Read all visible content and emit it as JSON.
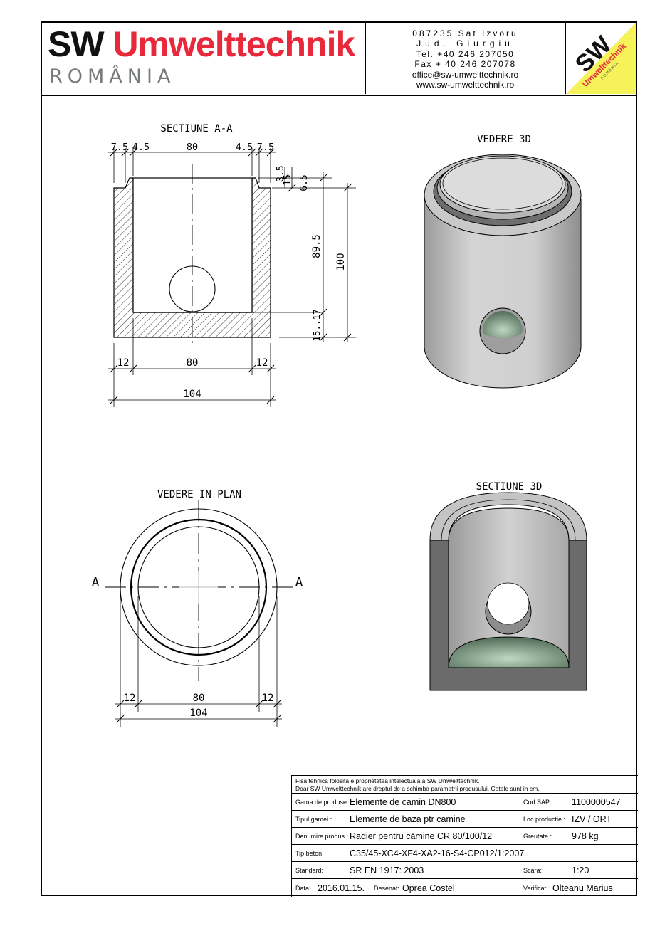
{
  "header": {
    "brand_sw": "SW",
    "brand_name": "Umwelttechnik",
    "brand_country": "ROMÂNIA",
    "contact_lines": [
      "087235 Sat Izvoru",
      "Jud. Giurgiu",
      "Tel. +40 246 207050",
      "Fax + 40 246 207078",
      "office@sw-umwelttechnik.ro",
      "www.sw-umwelttechnik.ro"
    ],
    "logo_sw": "SW",
    "logo_name": "Umwelttechnik",
    "logo_country": "ROMÂNIA",
    "colors": {
      "brand_red": "#e8293b",
      "logo_yellow": "#f5f25a",
      "gray_text": "#767a7d"
    }
  },
  "drawings": {
    "section_aa": {
      "title": "SECTIUNE A-A",
      "dims_top": [
        "7.5",
        "4.5",
        "80",
        "4.5",
        "7.5"
      ],
      "dims_right_small": [
        "3.5",
        "15",
        "6.5"
      ],
      "dims_right": [
        "89.5",
        "100"
      ],
      "dim_bottom_right": "15..17",
      "dims_bottom": [
        "12",
        "80",
        "12"
      ],
      "dim_total": "104"
    },
    "view_3d": {
      "title": "VEDERE 3D"
    },
    "plan_view": {
      "title": "VEDERE IN PLAN",
      "section_mark_left": "A",
      "section_mark_right": "A",
      "dims_bottom": [
        "12",
        "80",
        "12"
      ],
      "dim_total": "104"
    },
    "section_3d": {
      "title": "SECTIUNE 3D"
    }
  },
  "title_block": {
    "note_line1": "Fisa tehnica folosita e proprietatea intelectuala a SW Umwelttechnik.",
    "note_line2": "Doar SW Umwelttechnik are dreptul de a schimba parametrii produsului. Cotele sunt in cm.",
    "gama_label": "Gama de produse :",
    "gama_value": "Elemente de camin DN800",
    "cod_label": "Cod SAP :",
    "cod_value": "1100000547",
    "tip_gamei_label": "Tipul gamei :",
    "tip_gamei_value": "Elemente de baza ptr camine",
    "loc_label": "Loc productie :",
    "loc_value": "IZV / ORT",
    "denumire_label": "Denumire produs :",
    "denumire_value": "Radier pentru cămine CR 80/100/12",
    "greutate_label": "Greutate :",
    "greutate_value": "978 kg",
    "beton_label": "Tip beton:",
    "beton_value": "C35/45-XC4-XF4-XA2-16-S4-CP012/1:2007",
    "standard_label": "Standard:",
    "standard_value": "SR EN 1917: 2003",
    "scara_label": "Scara:",
    "scara_value": "1:20",
    "data_label": "Data:",
    "data_value": "2016.01.15.",
    "desenat_label": "Desenat:",
    "desenat_value": "Oprea Costel",
    "verificat_label": "Verificat:",
    "verificat_value": "Olteanu Marius"
  }
}
